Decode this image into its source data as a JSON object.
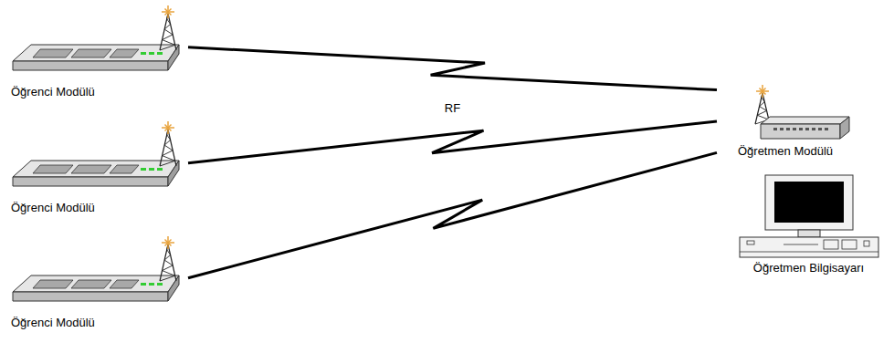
{
  "diagram": {
    "nodes": [
      {
        "text": [
          "Öğrenci Modülü"
        ]
      },
      {
        "text": [
          "Öğrenci Modülü"
        ]
      },
      {
        "text": [
          "Öğrenci Modülü"
        ]
      },
      {
        "text": [
          "Öğretmen Modülü"
        ]
      },
      {
        "text": [
          "Öğretmen Bilgisayarı"
        ]
      }
    ],
    "edges": [
      {
        "from": 0,
        "to": 3,
        "arrow": "none"
      },
      {
        "from": 1,
        "to": 3,
        "label": "RF",
        "arrow": "none"
      },
      {
        "from": 2,
        "to": 3,
        "arrow": "none"
      }
    ]
  }
}
